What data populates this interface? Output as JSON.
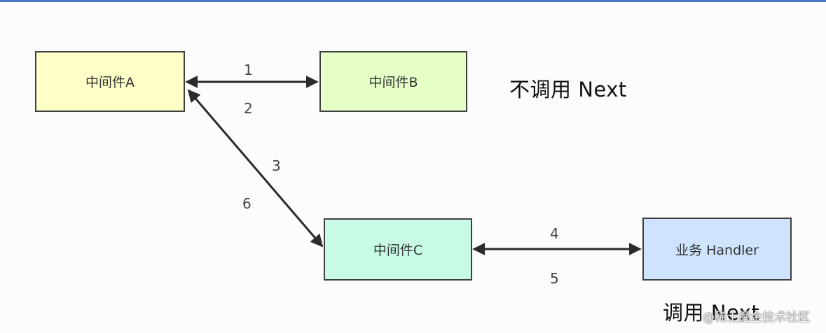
{
  "nodes": {
    "a": "中间件A",
    "b": "中间件B",
    "c": "中间件C",
    "handler": "业务 Handler"
  },
  "edge_labels": {
    "ab_top": "1",
    "ab_bottom": "2",
    "ac_upper": "3",
    "ac_lower": "6",
    "ch_top": "4",
    "ch_bottom": "5"
  },
  "notes": {
    "no_next": "不调用  Next",
    "call_next": "调用  Next"
  },
  "watermark": "@稀土掘金技术社区"
}
